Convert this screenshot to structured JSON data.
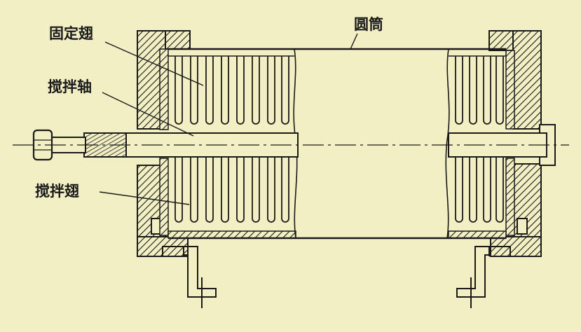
{
  "labels": {
    "fixed_fins": "固定翅",
    "cylinder": "圆筒",
    "stirring_shaft": "搅拌轴",
    "stirring_fins": "搅拌翅"
  },
  "colors": {
    "background": "#f2efc4",
    "ink": "#1a1a1a"
  }
}
